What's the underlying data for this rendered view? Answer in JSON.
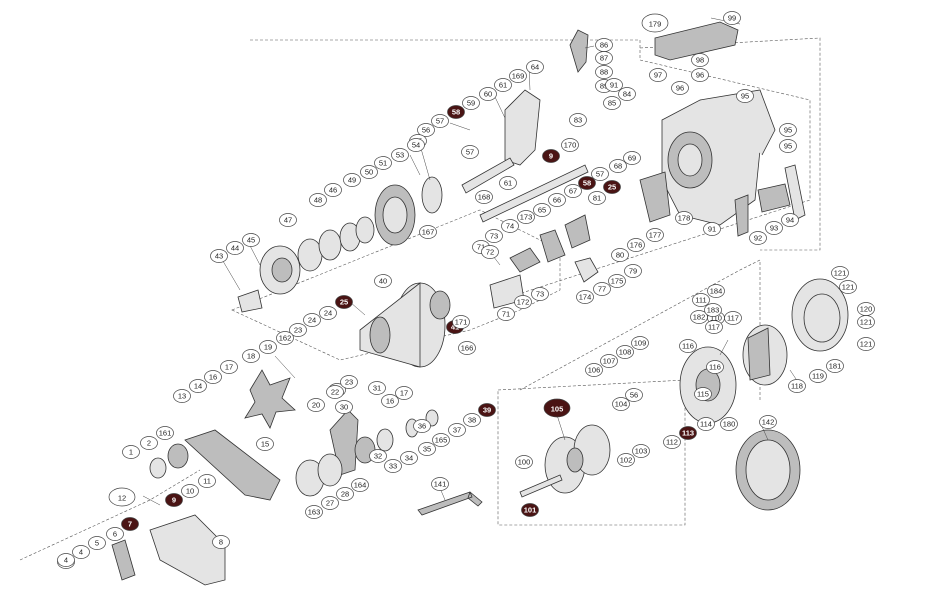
{
  "labels": {
    "p179": "179",
    "p99": "99",
    "p97": "97",
    "p98": "98",
    "p86": "86",
    "p87": "87",
    "p88": "88",
    "p89": "89",
    "p64": "64",
    "p169": "169",
    "p61": "61",
    "p60": "60",
    "p59": "59",
    "p58": "58",
    "p57": "57",
    "p56": "56",
    "p55": "55",
    "p54": "54",
    "p53": "53",
    "p51": "51",
    "p50": "50",
    "p49": "49",
    "p48": "48",
    "p47": "47",
    "p46": "46",
    "p45": "45",
    "p44": "44",
    "p43": "43",
    "p168": "168",
    "p167": "167",
    "p170": "170",
    "p9": "9",
    "p91": "91",
    "p84": "84",
    "p85": "85",
    "p83": "83",
    "p96": "96",
    "p95": "95",
    "p94": "94",
    "p93": "93",
    "p92": "92",
    "p69": "69",
    "p68": "68",
    "p67": "67",
    "p66": "66",
    "p65": "65",
    "p25": "25",
    "p81": "81",
    "p178": "178",
    "p177": "177",
    "p176": "176",
    "p173": "173",
    "p74": "74",
    "p73": "73",
    "p71": "71",
    "p72": "72",
    "p172": "172",
    "p174": "174",
    "p77": "77",
    "p175": "175",
    "p79": "79",
    "p80": "80",
    "p40": "40",
    "p41": "41",
    "p166": "166",
    "p171": "171",
    "p24": "24",
    "p23": "23",
    "p22": "22",
    "p162": "162",
    "p20": "20",
    "p19": "19",
    "p18": "18",
    "p17": "17",
    "p16": "16",
    "p15": "15",
    "p14": "14",
    "p13": "13",
    "p31": "31",
    "p30": "30",
    "p39": "39",
    "p38": "38",
    "p37": "37",
    "p36": "36",
    "p35": "35",
    "p34": "34",
    "p33": "33",
    "p32": "32",
    "p165": "165",
    "p164": "164",
    "p28": "28",
    "p27": "27",
    "p163": "163",
    "p1": "1",
    "p2": "2",
    "p161": "161",
    "p12": "12",
    "p11": "11",
    "p10": "10",
    "p8": "8",
    "p7": "7",
    "p6": "6",
    "p5": "5",
    "p4": "4",
    "p3": "3",
    "p141": "141",
    "p105": "105",
    "p104": "104",
    "p103": "103",
    "p102": "102",
    "p100": "100",
    "p101": "101",
    "p109": "109",
    "p108": "108",
    "p107": "107",
    "p106": "106",
    "p116": "116",
    "p112": "112",
    "p113": "113",
    "p114": "114",
    "p180": "180",
    "p115": "115",
    "p117": "117",
    "p111": "111",
    "p110": "110",
    "p182": "182",
    "p183": "183",
    "p184": "184",
    "p118": "118",
    "p119": "119",
    "p181": "181",
    "p121": "121",
    "p120": "120",
    "p142": "142"
  }
}
